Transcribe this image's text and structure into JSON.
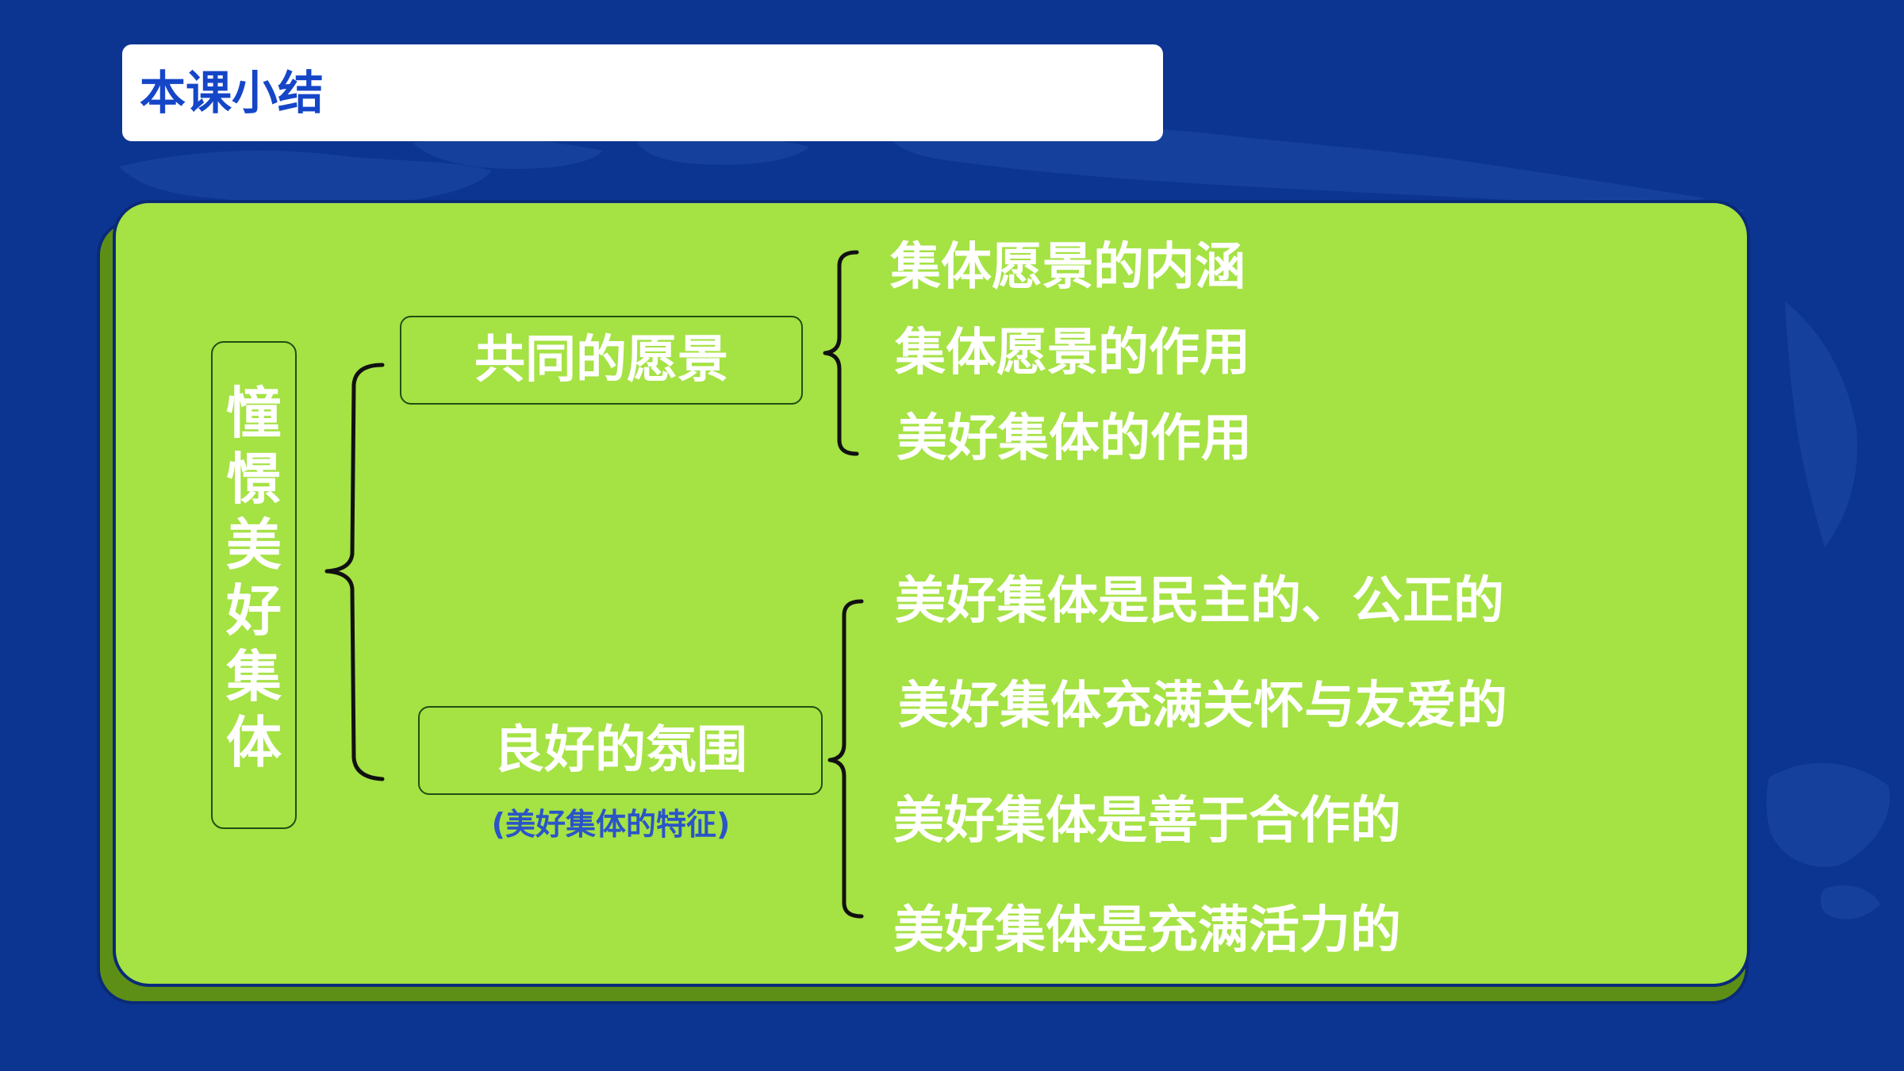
{
  "slide": {
    "title": "本课小结",
    "root": "憧憬美好集体",
    "branches": [
      {
        "label": "共同的愿景",
        "items": [
          "集体愿景的内涵",
          "集体愿景的作用",
          "美好集体的作用"
        ]
      },
      {
        "label": "良好的氛围",
        "note": "(美好集体的特征)",
        "items": [
          "美好集体是民主的、公正的",
          "美好集体充满关怀与友爱的",
          "美好集体是善于合作的",
          "美好集体是充满活力的"
        ]
      }
    ]
  },
  "colors": {
    "background": "#0c3591",
    "title_bg": "#ffffff",
    "title_text": "#1546c8",
    "card": "#a5e244",
    "card_shadow": "#5d8f16",
    "note_text": "#2a55c8",
    "text": "#ffffff"
  }
}
